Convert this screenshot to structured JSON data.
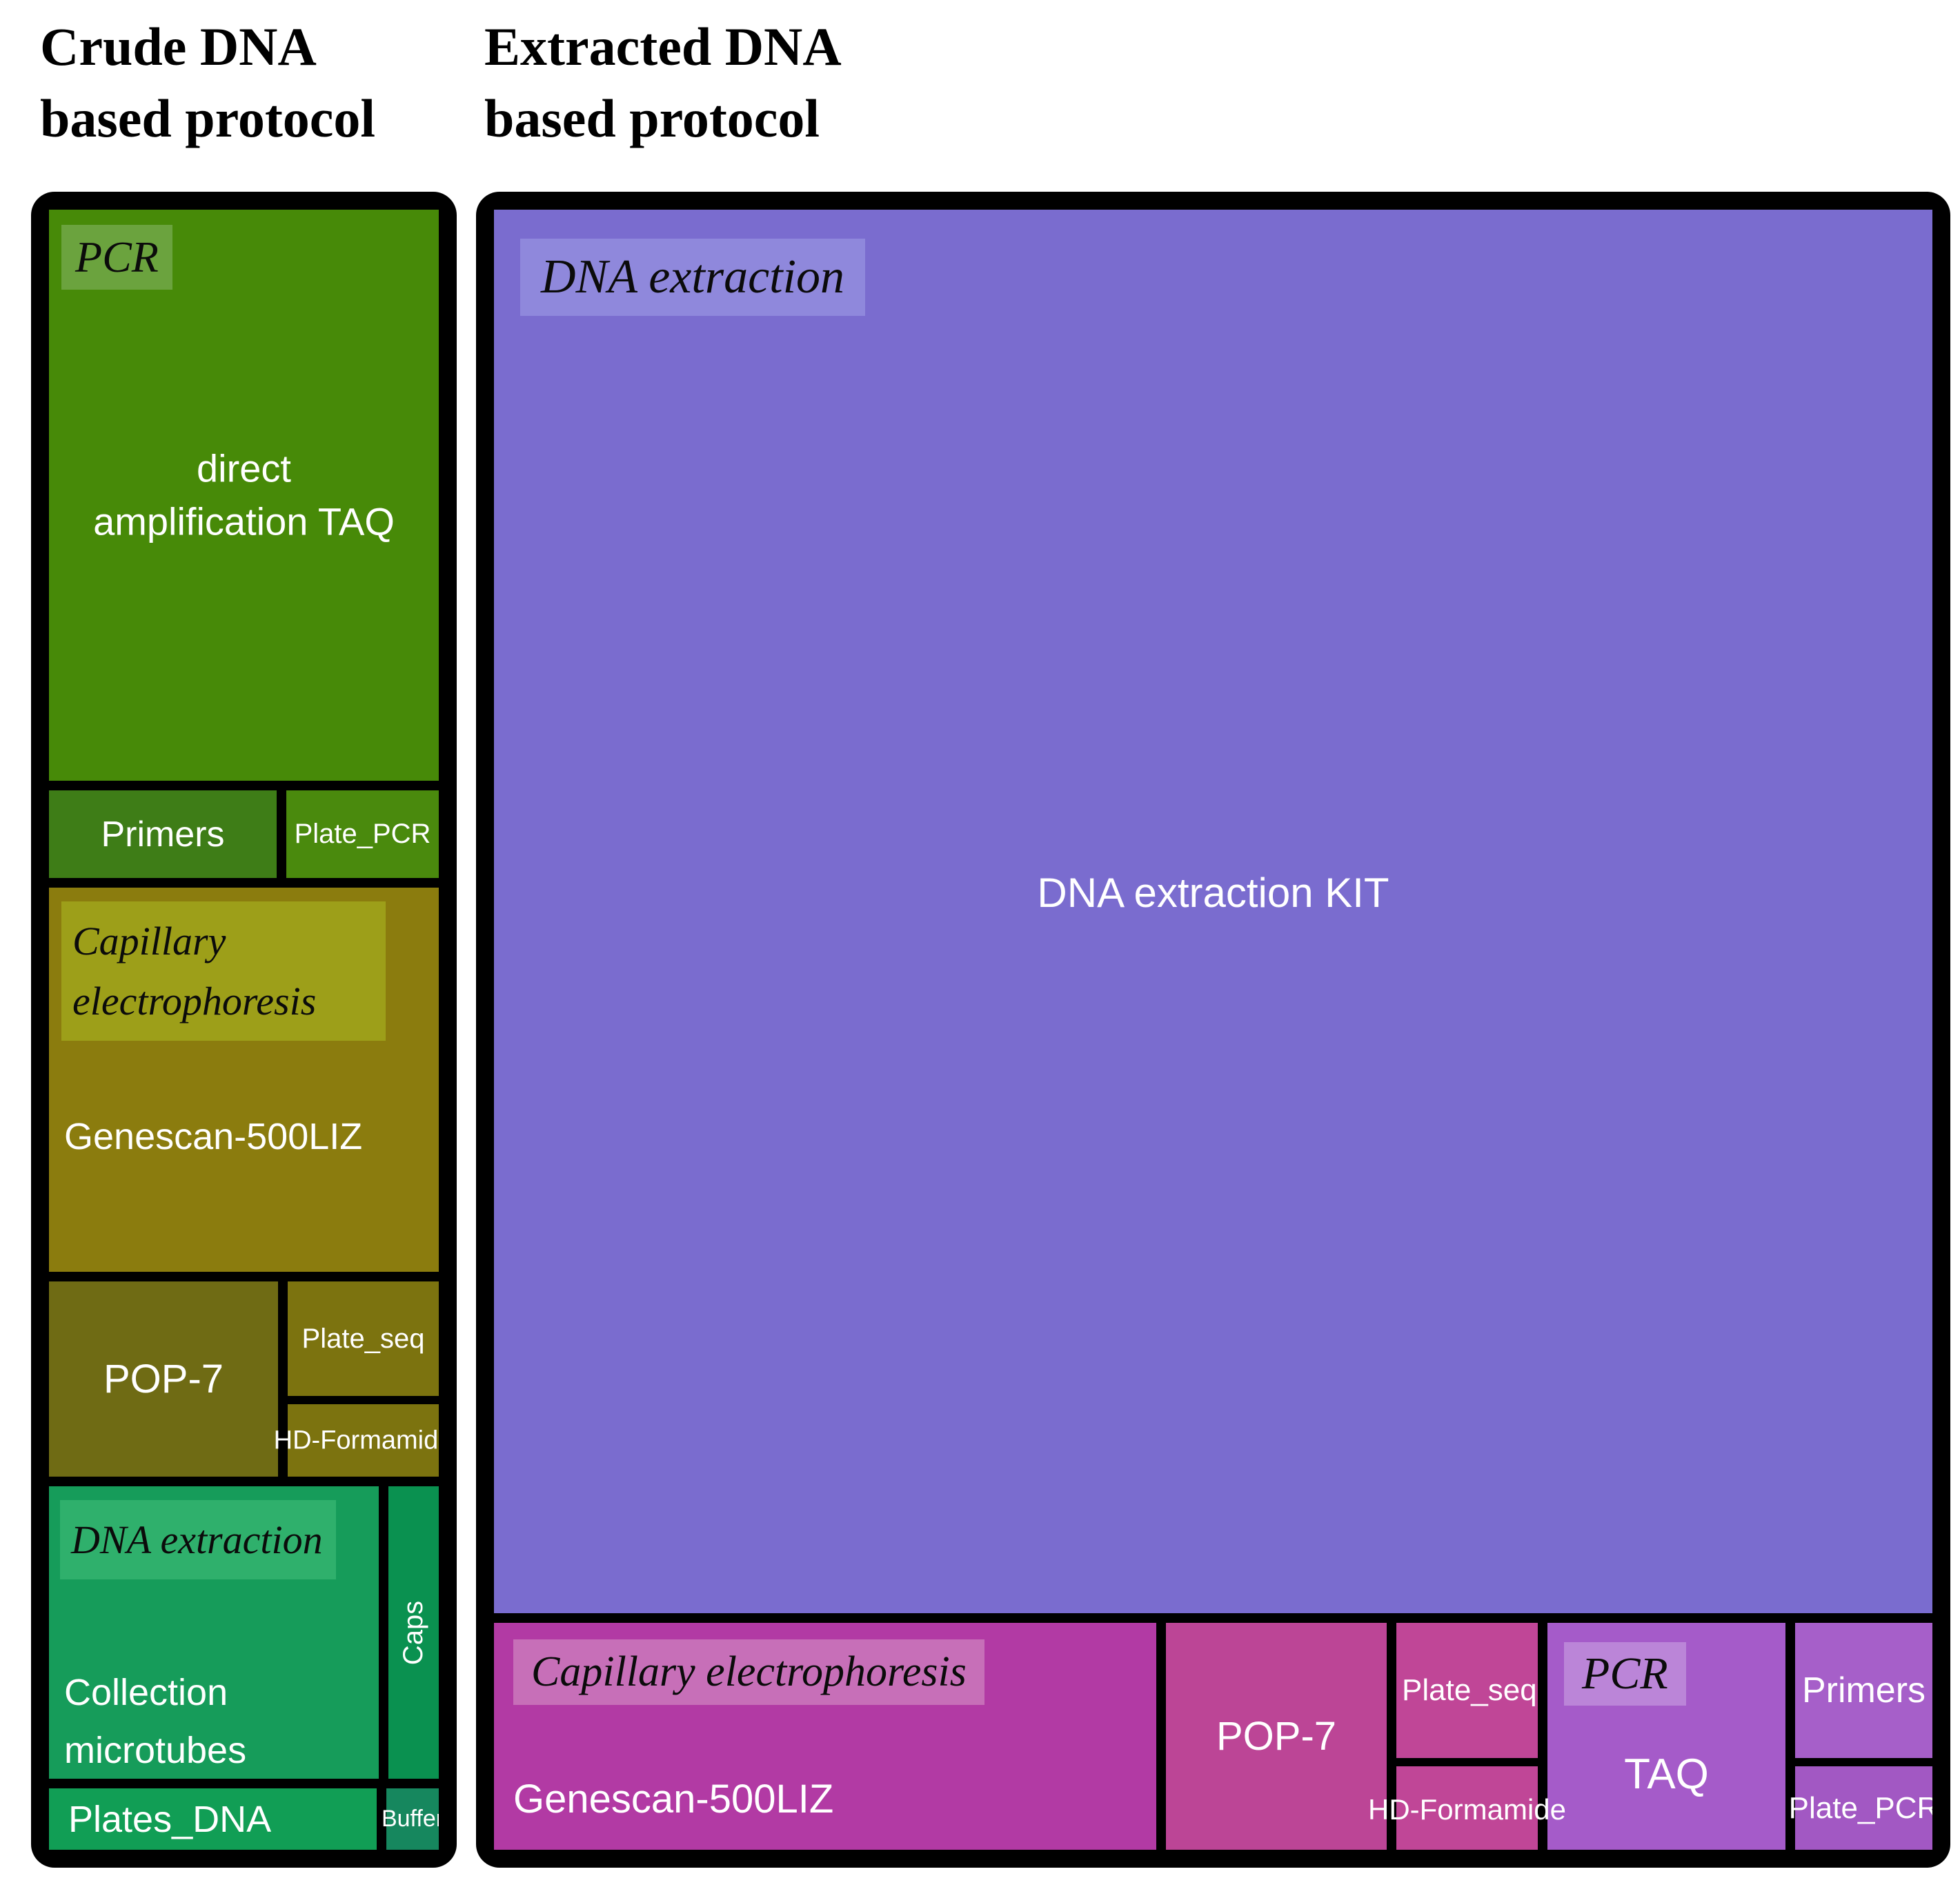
{
  "chart_data": {
    "type": "treemap",
    "values_shown": false,
    "legend": "none",
    "frame_color": "#000000",
    "panels": [
      {
        "title": "Crude DNA based protocol",
        "groups": [
          {
            "name": "PCR",
            "color": "#478a08",
            "label_bg": "#6ba33e",
            "items": [
              {
                "label": "direct amplification TAQ",
                "color": "#478a08",
                "area_pct": 34.7
              },
              {
                "label": "Primers",
                "color": "#3e7d17",
                "area_pct": 3.0
              },
              {
                "label": "Plate_PCR",
                "color": "#4a8a0d",
                "area_pct": 2.1
              }
            ]
          },
          {
            "name": "Capillary electrophoresis",
            "color": "#8b7c0e",
            "label_bg": "#9d9f19",
            "items": [
              {
                "label": "Genescan-500LIZ",
                "color": "#8b7c0e",
                "area_pct": 23.4
              },
              {
                "label": "POP-7",
                "color": "#6f6b14",
                "area_pct": 6.9
              },
              {
                "label": "Plate_seq",
                "color": "#7c730f",
                "area_pct": 2.7
              },
              {
                "label": "HD-Formamide",
                "color": "#7c730f",
                "area_pct": 1.8
              }
            ]
          },
          {
            "name": "DNA extraction",
            "color": "#169c5a",
            "label_bg": "#2fb06c",
            "items": [
              {
                "label": "Collection microtubes",
                "color": "#169c5a",
                "area_pct": 15.0
              },
              {
                "label": "Caps",
                "color": "#0a9150",
                "area_pct": 2.3
              },
              {
                "label": "Plates_DNA",
                "color": "#119e55",
                "area_pct": 3.1
              },
              {
                "label": "Buffer",
                "color": "#16875e",
                "area_pct": 0.5
              }
            ]
          }
        ]
      },
      {
        "title": "Extracted DNA based protocol",
        "groups": [
          {
            "name": "DNA extraction",
            "color": "#7a6ccf",
            "label_bg": "#8f88dc",
            "items": [
              {
                "label": "DNA extraction KIT",
                "color": "#7a6ccf",
                "area_pct": 85.5
              }
            ]
          },
          {
            "name": "Capillary electrophoresis",
            "color": "#b23aa4",
            "label_bg": "#c76fb8",
            "items": [
              {
                "label": "Genescan-500LIZ",
                "color": "#b23aa4",
                "area_pct": 6.2
              },
              {
                "label": "POP-7",
                "color": "#bc4596",
                "area_pct": 2.1
              },
              {
                "label": "Plate_seq",
                "color": "#c04697",
                "area_pct": 0.8
              },
              {
                "label": "HD-Formamide",
                "color": "#c04697",
                "area_pct": 0.5
              }
            ]
          },
          {
            "name": "PCR",
            "color": "#a55bc9",
            "label_bg": "#bb85d8",
            "items": [
              {
                "label": "TAQ",
                "color": "#a55bc9",
                "area_pct": 2.2
              },
              {
                "label": "Primers",
                "color": "#a65fc9",
                "area_pct": 0.7
              },
              {
                "label": "Plate_PCR",
                "color": "#a258c3",
                "area_pct": 0.5
              }
            ]
          }
        ]
      }
    ]
  }
}
